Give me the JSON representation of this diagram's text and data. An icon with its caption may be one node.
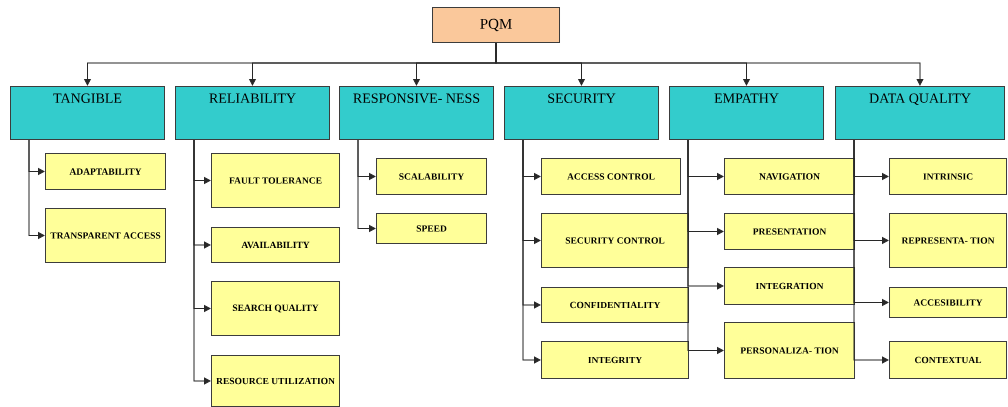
{
  "diagram": {
    "nodes": [
      {
        "text": [
          "PQM"
        ]
      },
      {
        "text": [
          "TANGIBLE"
        ]
      },
      {
        "text": [
          "RELIABILITY"
        ]
      },
      {
        "text": [
          "RESPONSIVE- NESS"
        ]
      },
      {
        "text": [
          "SECURITY"
        ]
      },
      {
        "text": [
          "EMPATHY"
        ]
      },
      {
        "text": [
          "DATA QUALITY"
        ]
      },
      {
        "text": [
          "ADAPTABILITY"
        ]
      },
      {
        "text": [
          "TRANSPARENT ACCESS"
        ]
      },
      {
        "text": [
          "FAULT TOLERANCE"
        ]
      },
      {
        "text": [
          "AVAILABILITY"
        ]
      },
      {
        "text": [
          "SEARCH QUALITY"
        ]
      },
      {
        "text": [
          "RESOURCE UTILIZATION"
        ]
      },
      {
        "text": [
          "SCALABILITY"
        ]
      },
      {
        "text": [
          "SPEED"
        ]
      },
      {
        "text": [
          "ACCESS CONTROL"
        ]
      },
      {
        "text": [
          "SECURITY CONTROL"
        ]
      },
      {
        "text": [
          "CONFIDENTIALITY"
        ]
      },
      {
        "text": [
          "INTEGRITY"
        ]
      },
      {
        "text": [
          "NAVIGATION"
        ]
      },
      {
        "text": [
          "PRESENTATION"
        ]
      },
      {
        "text": [
          "INTEGRATION"
        ]
      },
      {
        "text": [
          "PERSONALIZA- TION"
        ]
      },
      {
        "text": [
          "INTRINSIC"
        ]
      },
      {
        "text": [
          "REPRESENTA- TION"
        ]
      },
      {
        "text": [
          "ACCESIBILITY"
        ]
      },
      {
        "text": [
          "CONTEXTUAL"
        ]
      }
    ],
    "edges": [
      {
        "from": 0,
        "to": 1,
        "arrow": "to"
      },
      {
        "from": 0,
        "to": 2,
        "arrow": "to"
      },
      {
        "from": 0,
        "to": 3,
        "arrow": "to"
      },
      {
        "from": 0,
        "to": 4,
        "arrow": "to"
      },
      {
        "from": 0,
        "to": 5,
        "arrow": "to"
      },
      {
        "from": 0,
        "to": 6,
        "arrow": "to"
      },
      {
        "from": 1,
        "to": 7,
        "arrow": "to"
      },
      {
        "from": 1,
        "to": 8,
        "arrow": "to"
      },
      {
        "from": 2,
        "to": 9,
        "arrow": "to"
      },
      {
        "from": 2,
        "to": 10,
        "arrow": "to"
      },
      {
        "from": 2,
        "to": 11,
        "arrow": "to"
      },
      {
        "from": 2,
        "to": 12,
        "arrow": "to"
      },
      {
        "from": 3,
        "to": 13,
        "arrow": "to"
      },
      {
        "from": 3,
        "to": 14,
        "arrow": "to"
      },
      {
        "from": 4,
        "to": 15,
        "arrow": "to"
      },
      {
        "from": 4,
        "to": 16,
        "arrow": "to"
      },
      {
        "from": 4,
        "to": 17,
        "arrow": "to"
      },
      {
        "from": 4,
        "to": 18,
        "arrow": "to"
      },
      {
        "from": 5,
        "to": 19,
        "arrow": "to"
      },
      {
        "from": 5,
        "to": 20,
        "arrow": "to"
      },
      {
        "from": 5,
        "to": 21,
        "arrow": "to"
      },
      {
        "from": 5,
        "to": 22,
        "arrow": "to"
      },
      {
        "from": 6,
        "to": 23,
        "arrow": "to"
      },
      {
        "from": 6,
        "to": 24,
        "arrow": "to"
      },
      {
        "from": 6,
        "to": 25,
        "arrow": "to"
      },
      {
        "from": 6,
        "to": 26,
        "arrow": "to"
      }
    ]
  }
}
